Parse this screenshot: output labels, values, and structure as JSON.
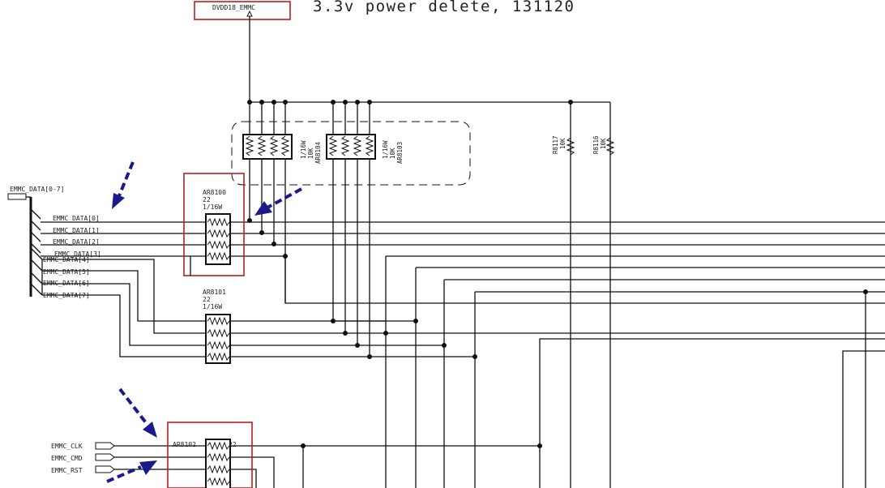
{
  "title": "3.3v power delete, 131120",
  "power_label": "DVDD18_EMMC",
  "bus_label": "EMMC_DATA[0-7]",
  "data_nets": [
    "EMMC_DATA[0]",
    "EMMC_DATA[1]",
    "EMMC_DATA[2]",
    "EMMC_DATA[3]",
    "EMMC_DATA[4]",
    "EMMC_DATA[5]",
    "EMMC_DATA[6]",
    "EMMC_DATA[7]"
  ],
  "ctrl_nets": [
    "EMMC_CLK",
    "EMMC_CMD",
    "EMMC_RST"
  ],
  "ar8104": {
    "ref": "AR8104",
    "val": "10K",
    "pwr": "1/16W"
  },
  "ar8103": {
    "ref": "AR8103",
    "val": "10K",
    "pwr": "1/16W"
  },
  "ar8100": {
    "ref": "AR8100",
    "val": "22",
    "pwr": "1/16W"
  },
  "ar8101": {
    "ref": "AR8101",
    "val": "22",
    "pwr": "1/16W"
  },
  "ar8102": {
    "ref": "AR8102",
    "val": "22"
  },
  "r8117": {
    "ref": "R8117",
    "val": "10K"
  },
  "r8116": {
    "ref": "R8116",
    "val": "10K"
  },
  "colors": {
    "highlight": "#b52020",
    "arrow": "#1a1a8c",
    "wire": "#111111"
  }
}
